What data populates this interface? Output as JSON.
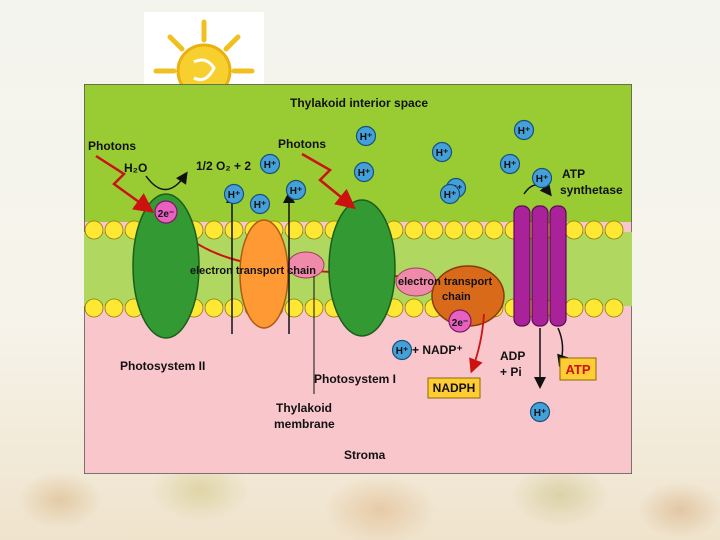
{
  "labels": {
    "interior": "Thylakoid interior space",
    "photons_left": "Photons",
    "photons_right": "Photons",
    "water": "H₂O",
    "oxygen": "1/2 O₂ + 2",
    "two_e_top": "2e⁻",
    "two_e_bottom": "2e⁻",
    "etc_left": "electron transport chain",
    "etc_right_line1": "electron transport",
    "etc_right_line2": "chain",
    "atp_synthetase_line1": "ATP",
    "atp_synthetase_line2": "synthetase",
    "nadp": "+ NADP⁺",
    "adp_line1": "ADP",
    "adp_line2": "+ Pi",
    "nadph": "NADPH",
    "atp": "ATP",
    "photosystem_ii": "Photosystem II",
    "photosystem_i": "Photosystem I",
    "membrane_line1": "Thylakoid",
    "membrane_line2": "membrane",
    "stroma": "Stroma",
    "proton": "H⁺"
  },
  "colors": {
    "interior": "#99cc33",
    "stroma": "#f9c6cc",
    "membrane_bead": "#ffe833",
    "photosystem": "#339933",
    "cytochrome": "#ff9933",
    "atp_synthase": "#aa2299",
    "proton_bubble": "#44a0d8",
    "photon_arrow": "#cc1111",
    "label_box": "#ffcc33"
  }
}
